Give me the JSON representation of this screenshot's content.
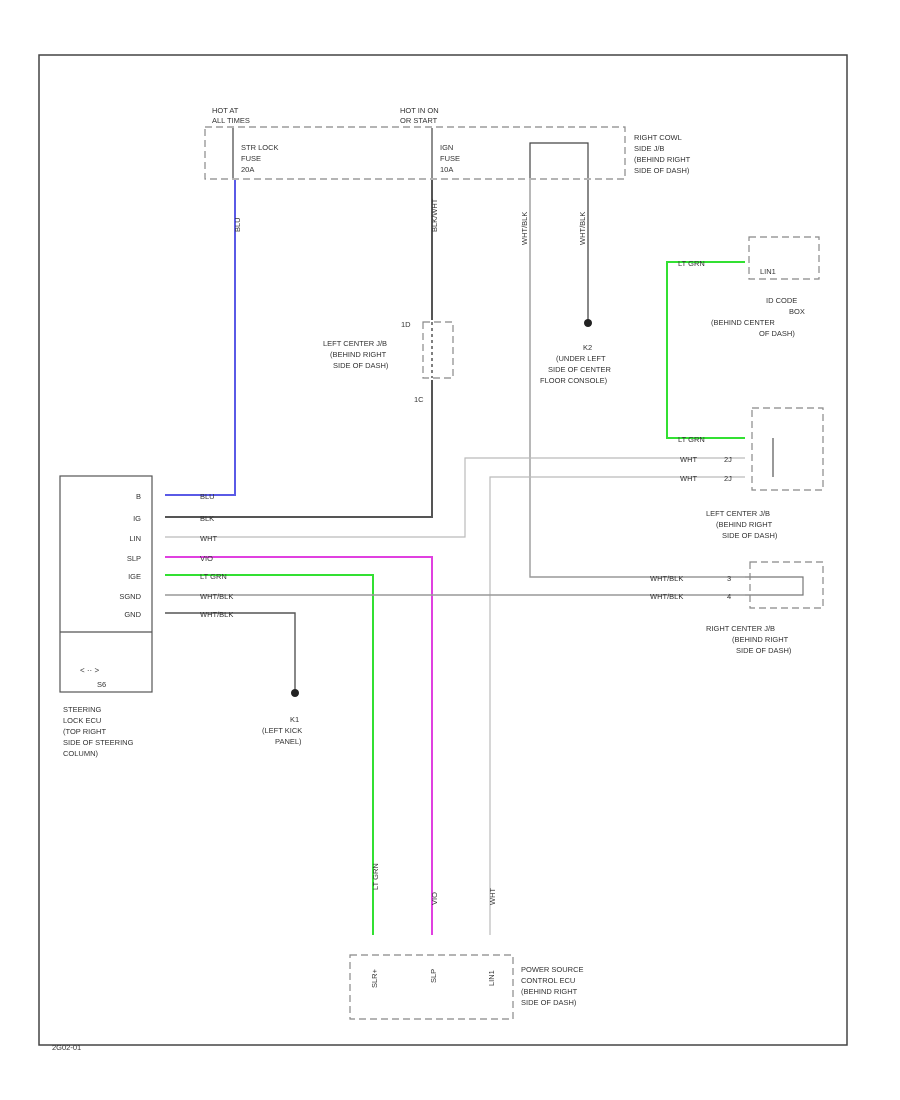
{
  "colors": {
    "blue_wire": "#5a5ae6",
    "black_wire": "#555555",
    "pink_wire": "#e040e0",
    "green_wire": "#33e033",
    "white_wire": "#bbbbbb",
    "wht_blk_wire": "#999999"
  },
  "top": {
    "hot_at_1": "HOT AT",
    "hot_at_1b": "ALL TIMES",
    "hot_at_2": "HOT IN ON",
    "hot_at_2b": "OR START",
    "fuse1_a": "STR LOCK",
    "fuse1_b": "FUSE",
    "fuse1_c": "20A",
    "fuse2_a": "IGN",
    "fuse2_b": "FUSE",
    "fuse2_c": "10A",
    "right_cowl_1": "RIGHT COWL",
    "right_cowl_2": "SIDE J/B",
    "right_cowl_3": "(BEHIND RIGHT",
    "right_cowl_4": "SIDE OF DASH)"
  },
  "wire_labels": {
    "blu": "BLU",
    "blk_wht": "BLK/WHT",
    "wht_blk_1": "WHT/BLK",
    "wht_blk_2": "WHT/BLK",
    "lt_grn_top": "LT GRN",
    "lt_grn_mid": "LT GRN",
    "wht_1": "WHT",
    "wht_2": "WHT",
    "wht_blk_r1": "WHT/BLK",
    "wht_blk_r2": "WHT/BLK",
    "ecu_blu": "BLU",
    "ecu_blk": "BLK",
    "ecu_wht": "WHT",
    "ecu_vio": "VIO",
    "ecu_ltgrn": "LT GRN",
    "ecu_whtblk1": "WHT/BLK",
    "ecu_whtblk2": "WHT/BLK",
    "bot_ltgrn": "LT GRN",
    "bot_vio": "VIO",
    "bot_wht": "WHT"
  },
  "left_jb_1": {
    "line1": "LEFT CENTER J/B",
    "line2": "(BEHIND RIGHT",
    "line3": "SIDE OF DASH)",
    "pin_top": "1D",
    "pin_bot": "1C"
  },
  "ground_k2": {
    "line1": "K2",
    "line2": "(UNDER LEFT",
    "line3": "SIDE OF CENTER",
    "line4": "FLOOR CONSOLE)"
  },
  "id_code_box": {
    "inner": "LIN1",
    "line1": "ID CODE",
    "line2": "BOX",
    "line3": "(BEHIND CENTER",
    "line4": "OF DASH)"
  },
  "left_jb_2": {
    "pin1": "2J",
    "pin2": "2J",
    "line1": "LEFT CENTER J/B",
    "line2": "(BEHIND RIGHT",
    "line3": "SIDE OF DASH)"
  },
  "right_jb": {
    "pin1": "3",
    "pin2": "4",
    "line1": "RIGHT CENTER J/B",
    "line2": "(BEHIND RIGHT",
    "line3": "SIDE OF DASH)"
  },
  "steering_ecu": {
    "pins": [
      "B",
      "IG",
      "LIN",
      "SLP",
      "IGE",
      "SGND",
      "GND"
    ],
    "line1": "STEERING",
    "line2": "LOCK ECU",
    "line3": "(TOP RIGHT",
    "line4": "SIDE OF STEERING",
    "line5": "COLUMN)",
    "connector": "S6"
  },
  "ground_k1": {
    "line1": "K1",
    "line2": "(LEFT KICK",
    "line3": "PANEL)"
  },
  "power_source": {
    "pins": [
      "SLR+",
      "SLP",
      "LIN1"
    ],
    "line1": "POWER SOURCE",
    "line2": "CONTROL ECU",
    "line3": "(BEHIND RIGHT",
    "line4": "SIDE OF DASH)"
  },
  "footer_code": "2G02-01"
}
